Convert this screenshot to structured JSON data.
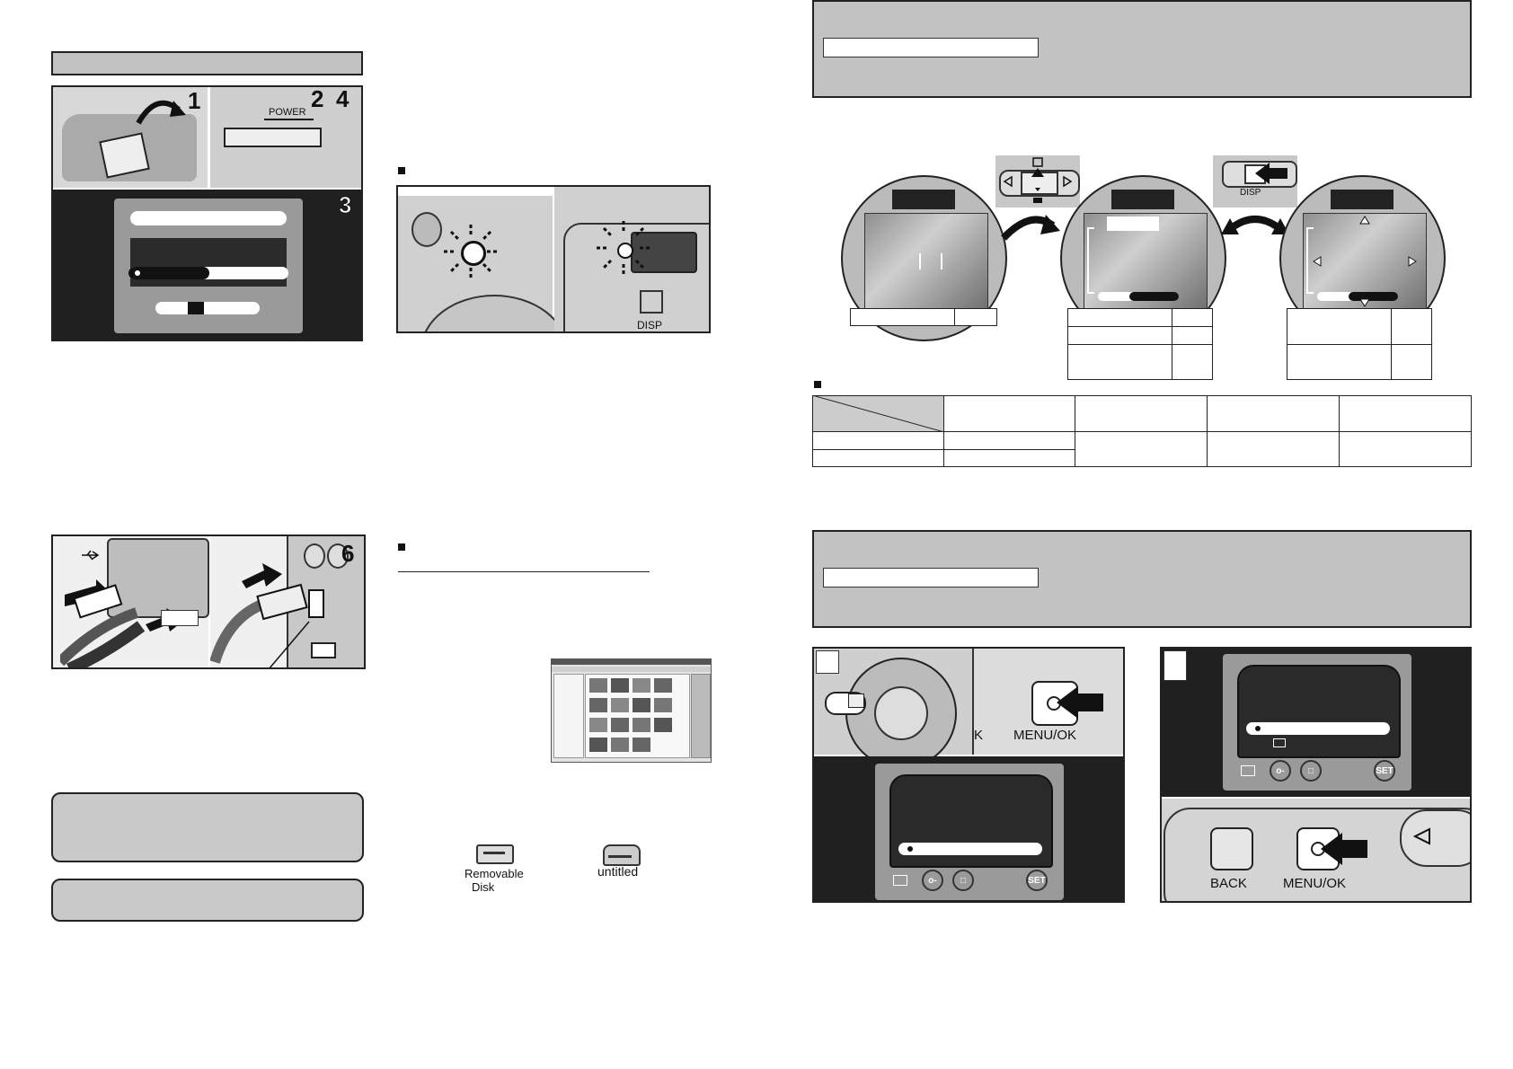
{
  "left_page": {
    "top_figure": {
      "step_numbers": [
        "1",
        "2",
        "4",
        "3"
      ],
      "power_label": "POWER"
    },
    "lamp_figure": {
      "disp_label": "DISP"
    },
    "usb_figure": {
      "step_numbers": [
        "6"
      ]
    },
    "mounted_drives": {
      "windows_icon_label_line1": "Removable",
      "windows_icon_label_line2": "Disk",
      "mac_icon_label": "untitled"
    }
  },
  "right_page": {
    "playback_zoom_figure": {
      "disp_label": "DISP"
    },
    "erase_figure": {
      "menu_ok_label": "MENU/OK",
      "menu_ok_label_2": "MENU/OK",
      "back_label": "BACK",
      "set_icon_label": "SET",
      "set_icon_label_2": "SET",
      "k_fragment": "K"
    }
  },
  "colors": {
    "panel_grey": "#c2c2c2",
    "camera_dark": "#202020",
    "lcd_grey": "#9a9a9a"
  }
}
